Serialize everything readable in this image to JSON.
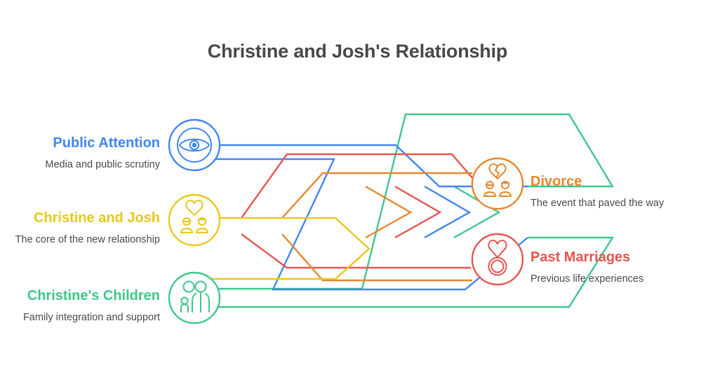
{
  "page": {
    "title": "Christine and Josh's Relationship",
    "background_color": "#ffffff",
    "title_color": "#484848"
  },
  "colors": {
    "blue": "#4285f4",
    "yellow": "#e8c81a",
    "green": "#3dc88a",
    "orange": "#e8862b",
    "red": "#e8544e",
    "text_gray": "#4a4a4a"
  },
  "left_nodes": [
    {
      "id": "public-attention",
      "title": "Public Attention",
      "desc": "Media and public scrutiny",
      "color": "#4285f4",
      "icon": "eye-icon"
    },
    {
      "id": "christine-and-josh",
      "title": "Christine and Josh",
      "desc": "The core of the new relationship",
      "color": "#e8c81a",
      "icon": "couple-heart-icon"
    },
    {
      "id": "christines-children",
      "title": "Christine's Children",
      "desc": "Family integration and support",
      "color": "#3dc88a",
      "icon": "parent-child-icon"
    }
  ],
  "right_nodes": [
    {
      "id": "divorce",
      "title": "Divorce",
      "desc": "The event that paved the way",
      "color": "#e8862b",
      "icon": "broken-heart-couple-icon"
    },
    {
      "id": "past-marriages",
      "title": "Past Marriages",
      "desc": "Previous life experiences",
      "color": "#e8544e",
      "icon": "wedding-ring-heart-icon"
    }
  ]
}
